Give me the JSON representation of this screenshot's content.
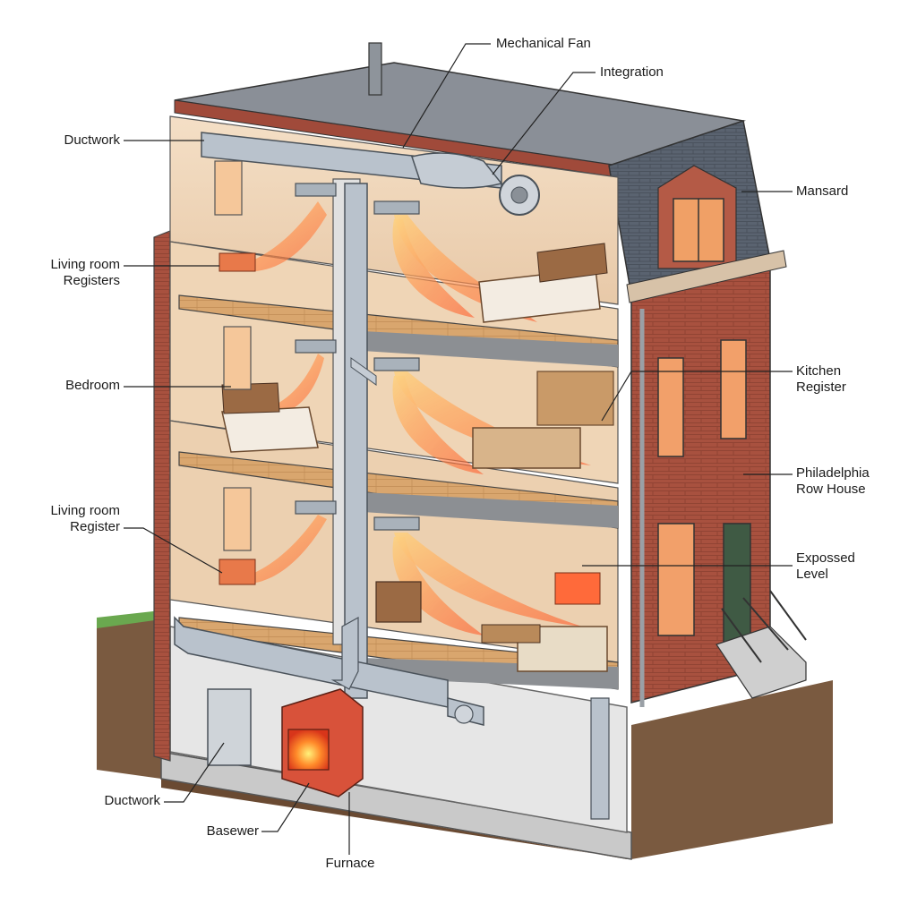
{
  "labels": {
    "mechanical_fan": "Mechanical Fan",
    "integration": "Integration",
    "ductwork_top": "Ductwork",
    "mansard": "Mansard",
    "living_room_registers_1": "Living room",
    "living_room_registers_2": "Registers",
    "bedroom": "Bedroom",
    "kitchen_register_1": "Kitchen",
    "kitchen_register_2": "Register",
    "philadelphia_1": "Philadelphia",
    "philadelphia_2": "Row House",
    "living_room_register_1": "Living room",
    "living_room_register_2": "Register",
    "exposed_level_1": "Expossed",
    "exposed_level_2": "Level",
    "ductwork_bottom": "Ductwork",
    "basewer": "Basewer",
    "furnace": "Furnace"
  },
  "colors": {
    "brick": "#a8513f",
    "roof": "#5a6370",
    "floor": "#d9a66e",
    "duct": "#b9c2cc",
    "heat": "#ff7a3a",
    "ground": "#7a5a40",
    "grass": "#6aa84f"
  }
}
